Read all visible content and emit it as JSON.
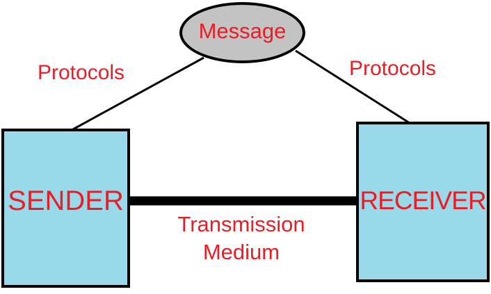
{
  "diagram": {
    "nodes": {
      "message": "Message",
      "sender": "SENDER",
      "receiver": "RECEIVER"
    },
    "labels": {
      "protocols_left": "Protocols",
      "protocols_right": "Protocols",
      "transmission_line1": "Transmission",
      "transmission_line2": "Medium"
    },
    "colors": {
      "label_text": "#ED1C24",
      "node_fill": "#99D9EA",
      "message_fill": "#C3C3C3",
      "line": "#000000",
      "background": "#FFFFFF"
    }
  }
}
